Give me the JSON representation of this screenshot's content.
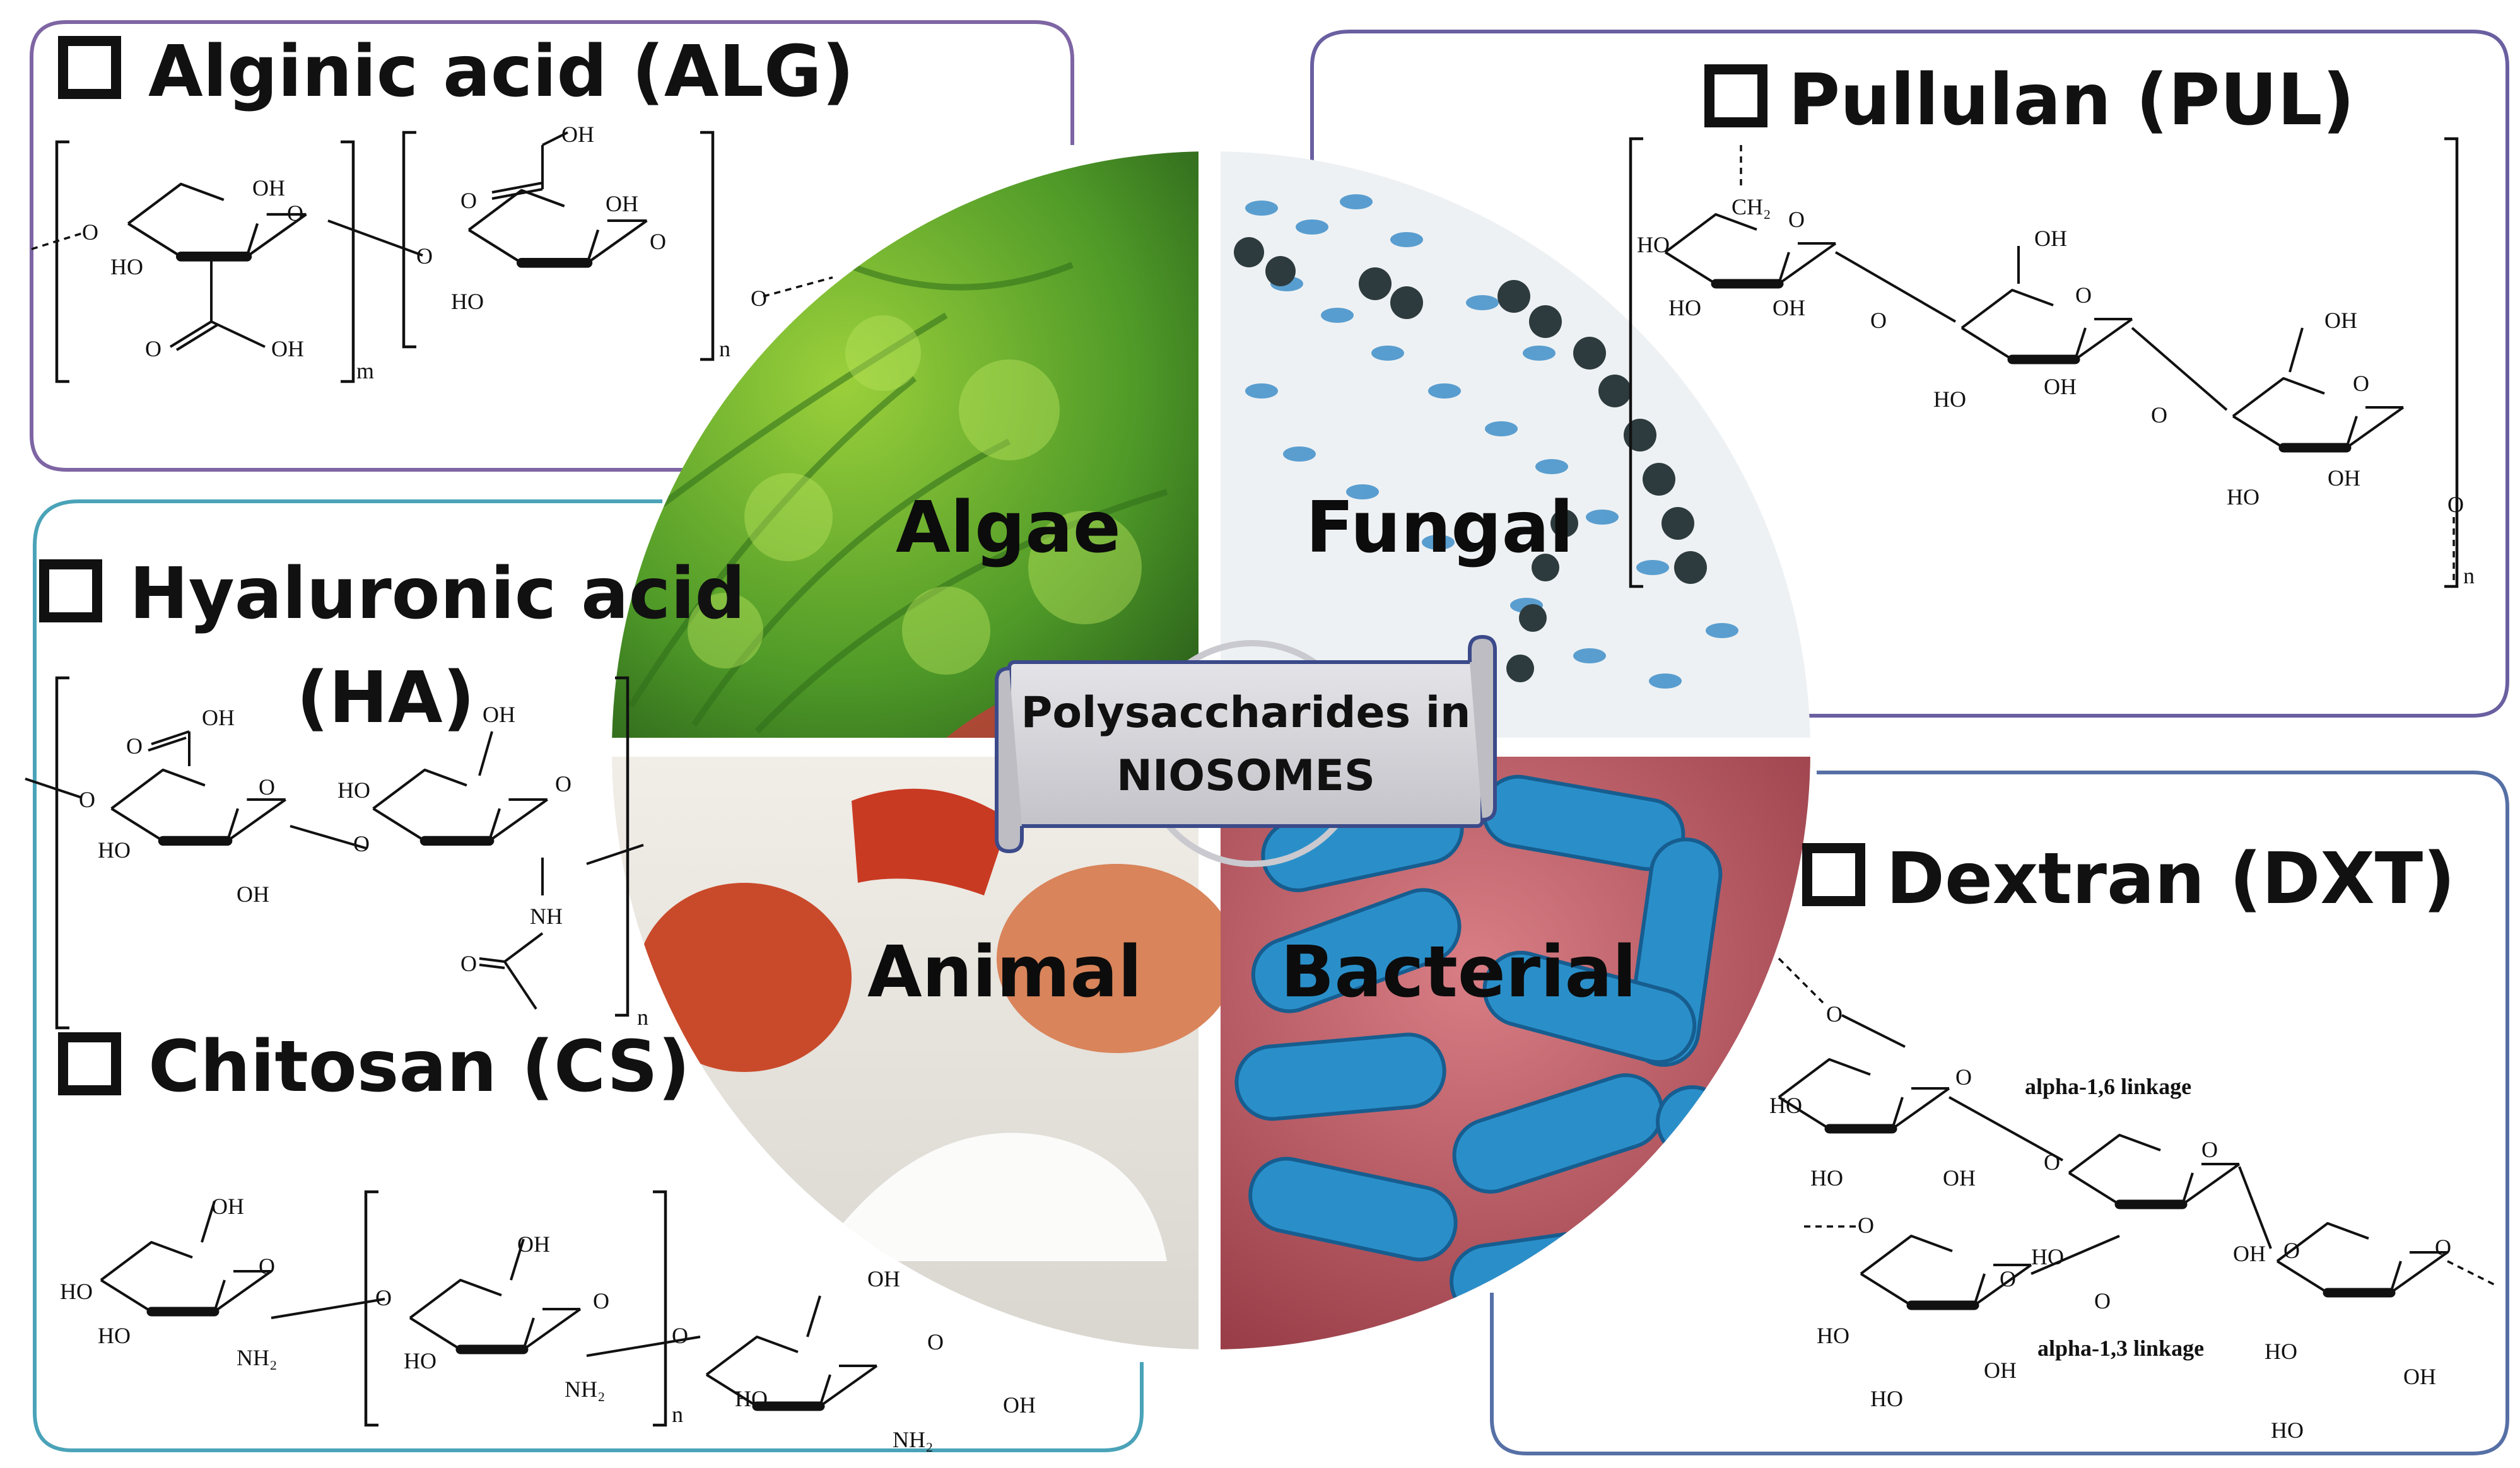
{
  "panels": {
    "alg": {
      "title": "Alginic acid (ALG)",
      "border": "#7e65a3"
    },
    "pul": {
      "title": "Pullulan (PUL)",
      "border": "#6a5fa0"
    },
    "ha": {
      "title_line1": "Hyaluronic acid",
      "title_line2": "(HA)",
      "border": "#4aa3b8"
    },
    "cs": {
      "title": "Chitosan (CS)"
    },
    "dxt": {
      "title": "Dextran (DXT)",
      "border": "#5670a6",
      "link1": "alpha-1,6 linkage",
      "link2": "alpha-1,3 linkage"
    }
  },
  "sources": {
    "algae": "Algae",
    "fungal": "Fungal",
    "animal": "Animal",
    "bacterial": "Bacterial"
  },
  "center": {
    "line1": "Polysaccharides in",
    "line2": "NIOSOMES"
  },
  "atoms": {
    "oh": "OH",
    "ho": "HO",
    "o": "O",
    "ch2": "CH₂",
    "nh": "NH",
    "nh2": "NH₂",
    "m": "m",
    "n": "n"
  },
  "colors": {
    "algae": "#4f9a28",
    "fungal_bg": "#eef1f3",
    "bacterial": "#2a8fc9",
    "animal_bg": "#ece9e4",
    "scroll": "#d2d2d6"
  }
}
